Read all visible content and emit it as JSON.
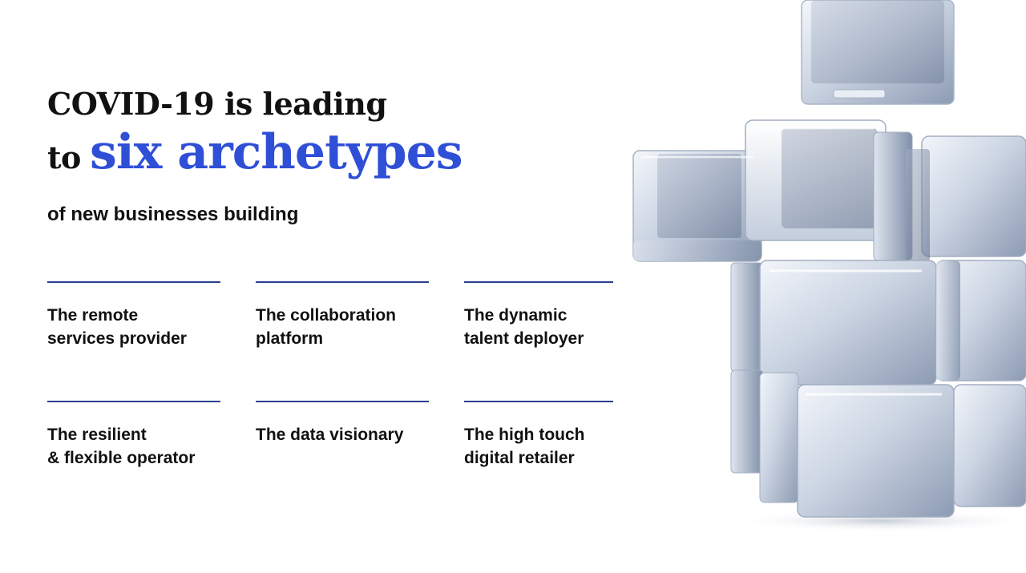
{
  "headline": {
    "line1": "COVID-19 is leading",
    "line2_prefix": "to",
    "line2_accent": "six archetypes"
  },
  "subhead": "of new businesses building",
  "archetypes": [
    {
      "label": "The remote\nservices provider"
    },
    {
      "label": "The collaboration\nplatform"
    },
    {
      "label": "The dynamic\ntalent deployer"
    },
    {
      "label": "The resilient\n& flexible operator"
    },
    {
      "label": "The data visionary"
    },
    {
      "label": "The high touch\ndigital retailer"
    }
  ],
  "colors": {
    "accent": "#2f4fd6",
    "rule": "#2a3f8f",
    "text": "#111111"
  },
  "illustration": "stacked-cubes-image"
}
